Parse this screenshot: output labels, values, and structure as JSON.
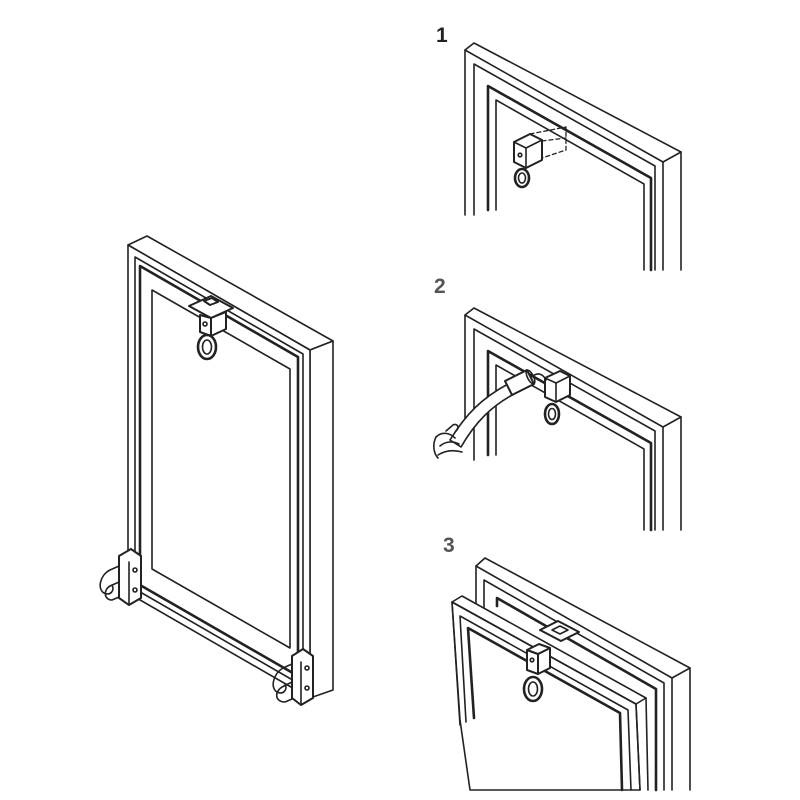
{
  "diagram": {
    "steps": [
      {
        "label": "1"
      },
      {
        "label": "2"
      },
      {
        "label": "3"
      }
    ]
  },
  "colors": {
    "line": "#222222",
    "background": "#ffffff",
    "label": "#222222",
    "label_muted": "#555555"
  },
  "icons": [
    "window-frame-icon",
    "bracket-icon",
    "ring-icon",
    "hinge-icon",
    "pole-tool-icon",
    "hand-icon"
  ]
}
